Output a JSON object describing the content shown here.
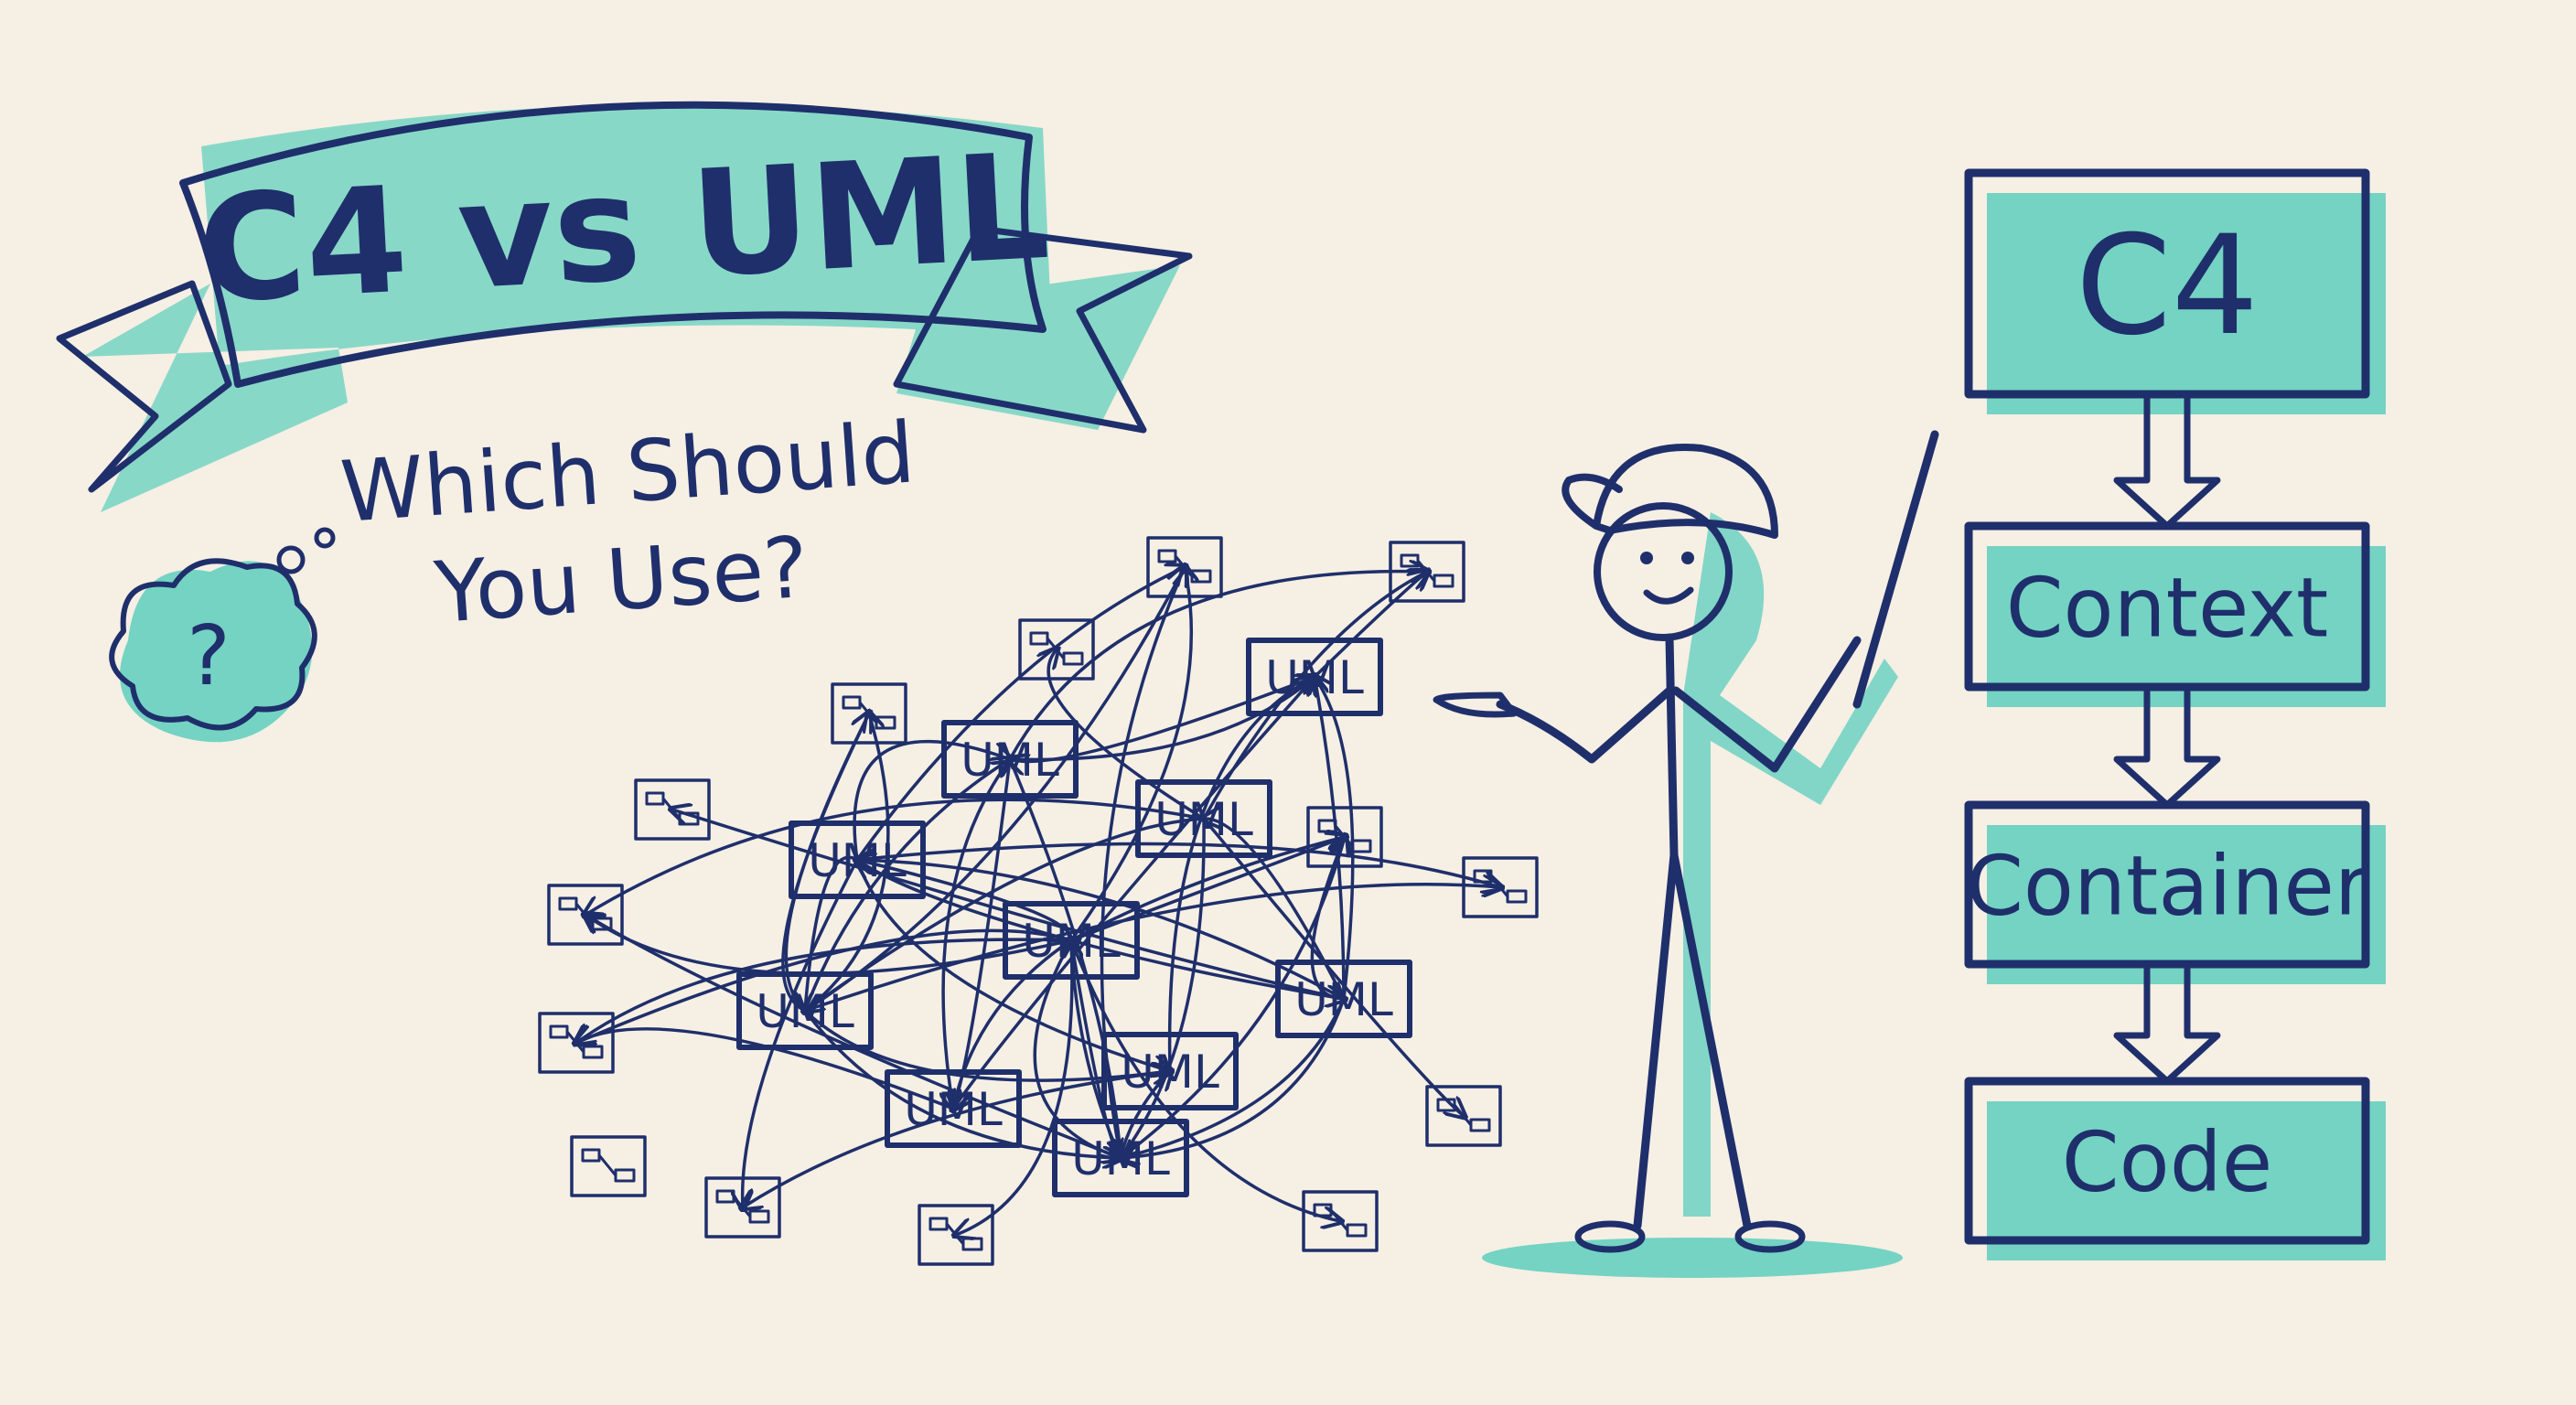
{
  "banner": {
    "title": "C4 vs UML"
  },
  "question": {
    "line1": "Which Should",
    "line2": "You Use?",
    "thought": "?"
  },
  "uml_cluster": {
    "boxes": [
      "UML",
      "UML",
      "UML",
      "UML",
      "UML",
      "UML",
      "UML",
      "UML",
      "UML",
      "UML"
    ]
  },
  "c4_stack": {
    "levels": [
      "C4",
      "Context",
      "Container",
      "Code"
    ]
  },
  "colors": {
    "ink": "#1f2f6b",
    "accent": "#74d3c3",
    "paper": "#f6efe4"
  }
}
